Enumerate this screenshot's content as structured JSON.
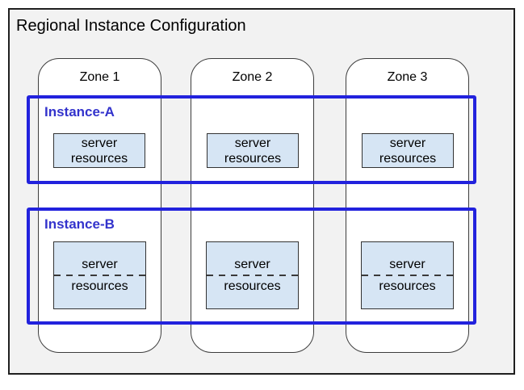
{
  "title": "Regional Instance Configuration",
  "zones": [
    {
      "label": "Zone 1"
    },
    {
      "label": "Zone 2"
    },
    {
      "label": "Zone 3"
    }
  ],
  "instances": [
    {
      "name": "Instance-A",
      "box_lines": [
        "server",
        "resources"
      ],
      "box_style": "solid",
      "spans_zones": [
        "Zone 1",
        "Zone 2",
        "Zone 3"
      ]
    },
    {
      "name": "Instance-B",
      "box_lines": [
        "server",
        "resources"
      ],
      "box_style": "split-dashed",
      "spans_zones": [
        "Zone 1",
        "Zone 2",
        "Zone 3"
      ]
    }
  ],
  "colors": {
    "region_bg": "#f2f2f2",
    "region_border": "#1f1f1f",
    "zone_bg": "#ffffff",
    "zone_border": "#3d3d3d",
    "instance_border": "#2222dd",
    "instance_label": "#3333cc",
    "server_box_bg": "#d6e5f4",
    "server_box_border": "#333333",
    "divider": "#3a3a3a",
    "text": "#000000"
  }
}
